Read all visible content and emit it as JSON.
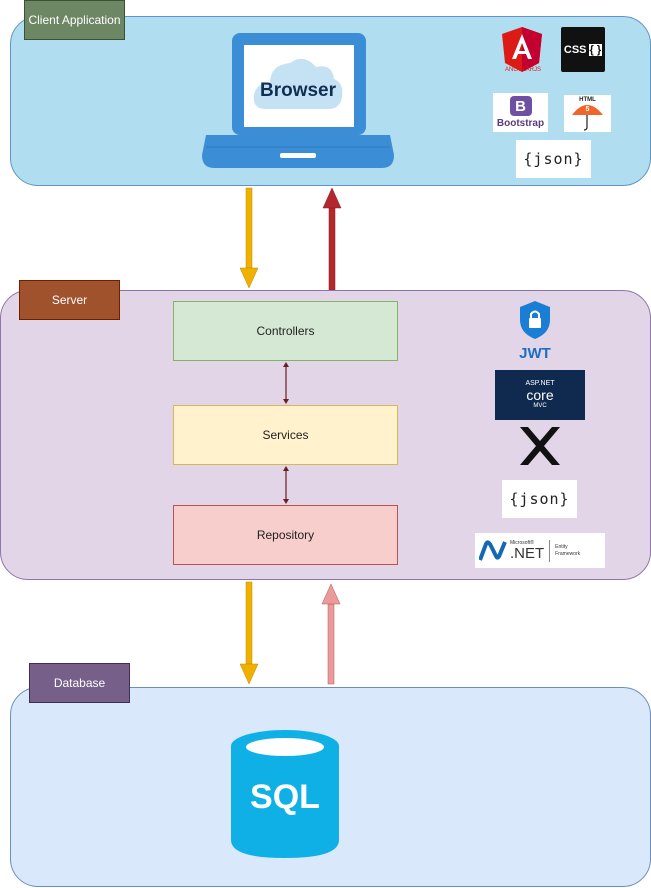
{
  "tiers": {
    "client": {
      "label": "Client Application"
    },
    "server": {
      "label": "Server"
    },
    "database": {
      "label": "Database"
    }
  },
  "client": {
    "browser_label": "Browser",
    "logos": {
      "angular": "ANGULARJS",
      "css": "CSS",
      "bootstrap_letter": "B",
      "bootstrap": "Bootstrap",
      "html": "HTML",
      "html_number": "5",
      "json": "{json}"
    }
  },
  "server": {
    "layers": {
      "controllers": "Controllers",
      "services": "Services",
      "repository": "Repository"
    },
    "logos": {
      "jwt": "JWT",
      "aspnet_top": "ASP.NET",
      "aspnet_core": "core",
      "aspnet_mvc": "MVC",
      "json": "{json}",
      "dotnet_microsoft": "Microsoft®",
      "dotnet": ".NET",
      "ef_line1": "Entity",
      "ef_line2": "Framework"
    }
  },
  "database": {
    "sql_label": "SQL"
  },
  "colors": {
    "client_bg": "#b1ddf0",
    "server_bg": "#e1d5e7",
    "database_bg": "#dae8fc",
    "request_arrow": "#f0b000",
    "response_arrow": "#b3282e",
    "db_response_arrow": "#ea9a9a",
    "layer_link": "#6b1f1f"
  },
  "icons": [
    "laptop-icon",
    "cloud-icon",
    "angular-logo",
    "css-logo",
    "bootstrap-logo",
    "html5-logo",
    "json-logo",
    "jwt-shield-icon",
    "aspnet-core-logo",
    "x-logo",
    "dotnet-logo",
    "sql-database-icon"
  ]
}
